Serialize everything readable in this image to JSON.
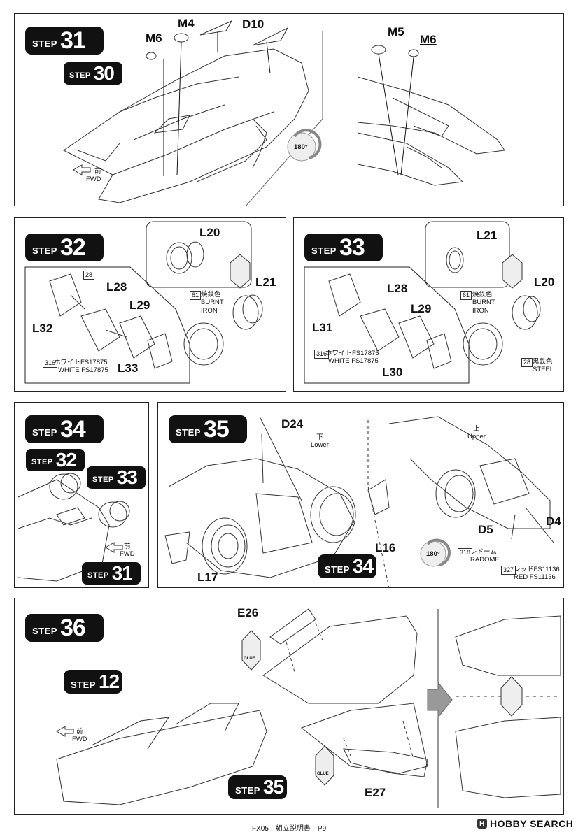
{
  "steps": {
    "s31": {
      "word": "STEP",
      "num": "31"
    },
    "s30": {
      "word": "STEP",
      "num": "30"
    },
    "s32": {
      "word": "STEP",
      "num": "32"
    },
    "s33": {
      "word": "STEP",
      "num": "33"
    },
    "s34": {
      "word": "STEP",
      "num": "34"
    },
    "s34_32": {
      "word": "STEP",
      "num": "32"
    },
    "s34_33": {
      "word": "STEP",
      "num": "33"
    },
    "s34_31": {
      "word": "STEP",
      "num": "31"
    },
    "s35": {
      "word": "STEP",
      "num": "35"
    },
    "s35_34": {
      "word": "STEP",
      "num": "34"
    },
    "s36": {
      "word": "STEP",
      "num": "36"
    },
    "s36_12": {
      "word": "STEP",
      "num": "12"
    },
    "s36_35": {
      "word": "STEP",
      "num": "35"
    }
  },
  "step31": {
    "parts": {
      "m6a": "M6",
      "m4": "M4",
      "d10": "D10",
      "m5": "M5",
      "m6b": "M6"
    },
    "fwd_jp": "前",
    "fwd_en": "FWD",
    "rotate": "180°"
  },
  "step32": {
    "parts": {
      "l20": "L20",
      "l21": "L21",
      "l28": "L28",
      "l29": "L29",
      "l32": "L32",
      "l33": "L33"
    },
    "color_num": "61",
    "color_jp": "焼鉄色",
    "color_en1": "BURNT",
    "color_en2": "IRON",
    "white_num": "316",
    "white_jp": "ホワイトFS17875",
    "white_en": "WHITE FS17875",
    "steel_num": "28"
  },
  "step33": {
    "parts": {
      "l21": "L21",
      "l20": "L20",
      "l28": "L28",
      "l29": "L29",
      "l31": "L31",
      "l30": "L30"
    },
    "color_num": "61",
    "color_jp": "焼鉄色",
    "color_en1": "BURNT",
    "color_en2": "IRON",
    "white_num": "316",
    "white_jp": "ホワイトFS17875",
    "white_en": "WHITE FS17875",
    "steel_num": "28",
    "steel_jp": "黒鉄色",
    "steel_en": "STEEL"
  },
  "step34": {
    "fwd_jp": "前",
    "fwd_en": "FWD"
  },
  "step35": {
    "parts": {
      "d24": "D24",
      "l16": "L16",
      "l17": "L17",
      "d5": "D5",
      "d4": "D4"
    },
    "lower_jp": "下",
    "lower_en": "Lower",
    "upper_jp": "上",
    "upper_en": "Upper",
    "rotate": "180°",
    "radome_num": "318",
    "radome_jp": "レドーム",
    "radome_en": "RADOME",
    "red_num": "327",
    "red_jp": "レッドFS11136",
    "red_en": "RED FS11136"
  },
  "step36": {
    "parts": {
      "e26": "E26",
      "e27": "E27"
    },
    "fwd_jp": "前",
    "fwd_en": "FWD",
    "glue": "GLUE"
  },
  "footer": {
    "text": "FX05　組立説明書　P9",
    "logo": "HOBBY SEARCH",
    "logo_icon": "H"
  },
  "colors": {
    "step_bg": "#111111",
    "line": "#222222"
  }
}
